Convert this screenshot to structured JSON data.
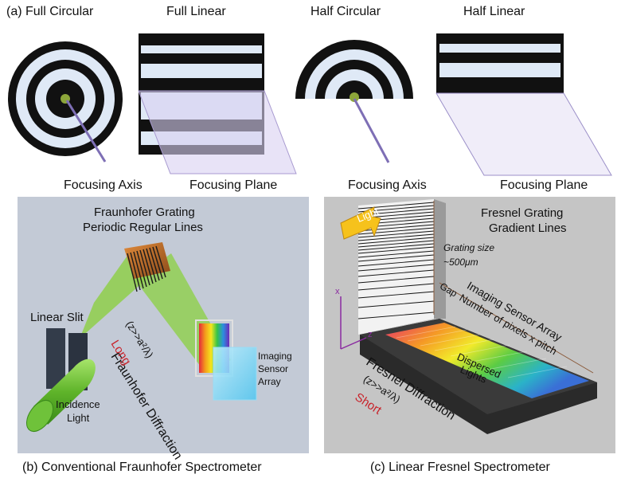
{
  "top": {
    "panel_label": "(a) Full Circular",
    "full_linear": "Full Linear",
    "half_circular": "Half Circular",
    "half_linear": "Half Linear",
    "focusing_axis_1": "Focusing Axis",
    "focusing_plane_1": "Focusing Plane",
    "focusing_axis_2": "Focusing Axis",
    "focusing_plane_2": "Focusing Plane"
  },
  "panel_b": {
    "title_line1": "Fraunhofer Grating",
    "title_line2": "Periodic Regular Lines",
    "linear_slit": "Linear Slit",
    "incidence_light_1": "Incidence",
    "incidence_light_2": "Light",
    "diffraction": "Fraunhofer Diffraction",
    "condition": "(z>>a²/λ)",
    "long": "Long",
    "sensor_1": "Imaging",
    "sensor_2": "Sensor",
    "sensor_3": "Array",
    "caption": "(b) Conventional Fraunhofer Spectrometer"
  },
  "panel_c": {
    "title_line1": "Fresnel Grating",
    "title_line2": "Gradient Lines",
    "light": "Light",
    "grating_size_1": "Grating size",
    "grating_size_2": "~500μm",
    "gap": "Gap",
    "sensor_1": "Imaging Sensor Array",
    "sensor_2": "Number of pixels x pitch",
    "dispersed_1": "Dispersed",
    "dispersed_2": "Lights",
    "diffraction": "Fresnel Diffraction",
    "condition": "(z>>a²/λ)",
    "short": "Short",
    "axis_x": "x",
    "axis_z": "z",
    "caption": "(c) Linear Fresnel Spectrometer"
  },
  "colors": {
    "panel_bg": "#c3cad6",
    "panel_c_bg": "#c5c5c5",
    "grating_dark": "#111111",
    "grating_light": "#dfe9f6",
    "focus_line": "#7e6fb5",
    "beam_green": "#7cc43a",
    "accent_red": "#c8222a"
  }
}
